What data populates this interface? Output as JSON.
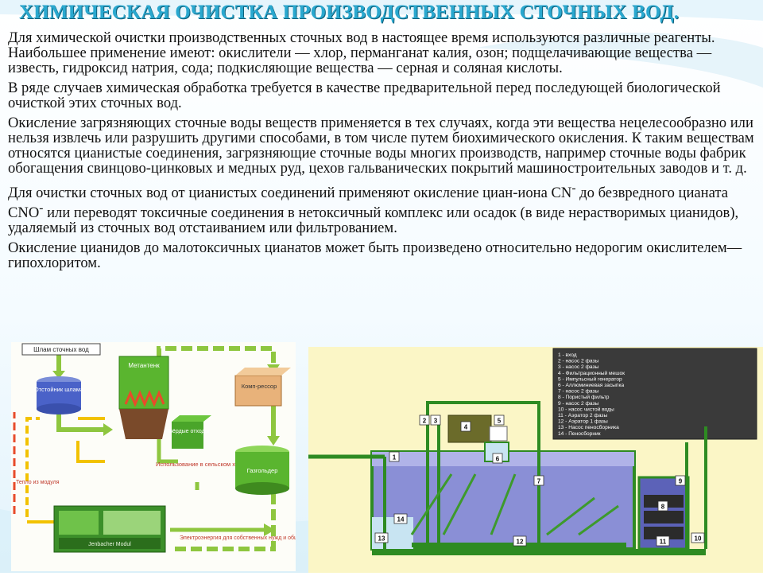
{
  "title": "ХИМИЧЕСКАЯ ОЧИСТКА ПРОИЗВОДСТВЕННЫХ СТОЧНЫХ ВОД.",
  "paragraphs": {
    "p1": "Для химической очистки производственных сточных вод в настоящее время используются различные реагенты. Наибольшее применение имеют: окислители — хлор, перманганат калия, озон; подщелачивающие вещества — известь, гидроксид натрия, сода; подкисляющие вещества — серная и соляная кислоты.",
    "p2": "В ряде случаев химическая обработка требуется в качестве предварительной перед последующей биологической очисткой этих сточных вод.",
    "p3": "Окисление загрязняющих сточные воды веществ применяется в тех случаях, когда эти вещества нецелесообразно или нельзя извлечь или разрушить другими способами, в том числе путем биохимического окисления. К таким веществам относятся цианистые соединения, загрязняющие сточные воды многих производств, например сточные воды фабрик обогащения свинцово-цинковых и медных руд, цехов гальванических покрытий машиностроительных заводов и т. д.",
    "p4_a": "Для очистки сточных вод от цианистых соединений применяют окисление циан-иона CN",
    "p4_sup1": "-",
    "p4_b": " до безвредного цианата CNO",
    "p4_sup2": "-",
    "p4_c": " или переводят токсичные соединения в нетоксичный комплекс или осадок (в виде нерастворимых цианидов), удаляемый из сточных вод отстаиванием или фильтрованием.",
    "p5": "Окисление цианидов до малотоксичных цианатов может быть произведено относительно недорогим окислителем— гипохлоритом."
  },
  "left_diagram": {
    "sludge_input": "Шлам сточных вод",
    "settler": "Отстойник шлама",
    "digester": "Метантенк",
    "solid_waste": "Твёрдые отходы",
    "agri_use": "Использование в сельском хозяйстве",
    "compressor": "Комп-рессор",
    "gas_holder": "Газгольдер",
    "heat_from_module": "Тепло из модуля",
    "module_label": "Jenbacher Modul",
    "electricity": "Электроэнергия для собственных нужд и общих сетей",
    "colors": {
      "arrow": "#8ec63f",
      "pipe": "#f2c200",
      "heat": "#e84b2a",
      "tank": "#5ab52f"
    }
  },
  "right_diagram": {
    "legend": [
      "1 - вход",
      "2 - насос 2 фазы",
      "3 - насос 2 фазы",
      "4 - Фильтрационный мешок",
      "5 - Импульсный генератор",
      "6 - Аллюминиевая засыпка",
      "7 - насос 2 фазы",
      "8 - Пористый фильтр",
      "9 - насос 2 фазы",
      "10 - насос чистой воды",
      "11 - Аэратор 2 фазы",
      "12 - Аэратор 1 фазы",
      "13 - Насос пеносборника",
      "14 - Пеносборник"
    ],
    "markers": [
      "1",
      "2",
      "3",
      "4",
      "5",
      "6",
      "7",
      "8",
      "9",
      "10",
      "11",
      "12",
      "13",
      "14"
    ],
    "colors": {
      "pipe": "#2e8b22",
      "water": "#8a8fd6",
      "background": "#fbf6c6"
    }
  }
}
